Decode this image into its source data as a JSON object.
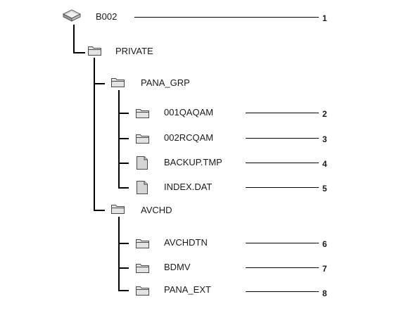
{
  "drive": {
    "label": "B002",
    "icon": "drive-icon",
    "callout": "1"
  },
  "private": {
    "label": "PRIVATE",
    "icon": "folder-icon",
    "pana_grp": {
      "label": "PANA_GRP",
      "icon": "folder-icon",
      "children": [
        {
          "label": "001QAQAM",
          "icon": "folder-icon",
          "callout": "2"
        },
        {
          "label": "002RCQAM",
          "icon": "folder-icon",
          "callout": "3"
        },
        {
          "label": "BACKUP.TMP",
          "icon": "file-icon",
          "callout": "4"
        },
        {
          "label": "INDEX.DAT",
          "icon": "file-icon",
          "callout": "5"
        }
      ]
    },
    "avchd": {
      "label": "AVCHD",
      "icon": "folder-icon",
      "children": [
        {
          "label": "AVCHDTN",
          "icon": "folder-icon",
          "callout": "6"
        },
        {
          "label": "BDMV",
          "icon": "folder-icon",
          "callout": "7"
        },
        {
          "label": "PANA_EXT",
          "icon": "folder-icon",
          "callout": "8"
        }
      ]
    }
  },
  "colors": {
    "line": "#000000",
    "folder_fill": "#d9d9d9",
    "folder_stroke": "#4a4a4a",
    "file_fill": "#d6d6d6"
  }
}
